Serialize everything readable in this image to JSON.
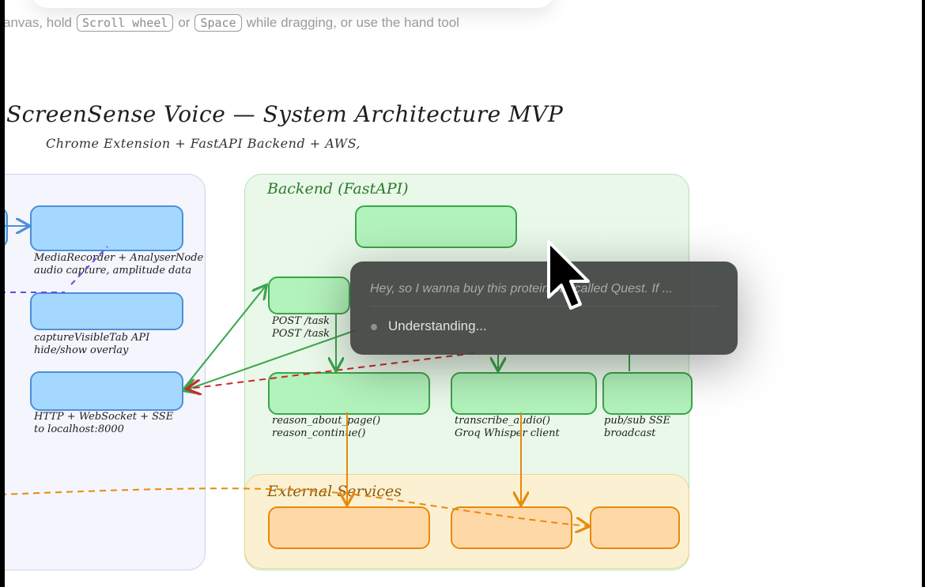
{
  "canvas_hint": {
    "prefix": "anvas, hold",
    "key1": "Scroll wheel",
    "or": "or",
    "key2": "Space",
    "suffix": "while dragging, or use the hand tool"
  },
  "diagram": {
    "title": "ScreenSense Voice — System Architecture MVP",
    "subtitle": "Chrome Extension + FastAPI Backend + AWS,",
    "backend_label": "Backend (FastAPI)",
    "services_label": "External Services",
    "captions": {
      "media_1": "MediaRecorder + AnalyserNode",
      "media_2": "audio capture, amplitude data",
      "capture_1": "captureVisibleTab API",
      "capture_2": "hide/show overlay",
      "http_1": "HTTP + WebSocket + SSE",
      "http_2": "to localhost:8000",
      "post_1": "POST /task",
      "post_2": "POST /task",
      "reason_1": "reason_about_page()",
      "reason_2": "reason_continue()",
      "transcribe_1": "transcribe_audio()",
      "transcribe_2": "Groq Whisper client",
      "pubsub_1": "pub/sub SSE",
      "pubsub_2": "broadcast"
    },
    "colors": {
      "client_box": "#a5d8ff",
      "backend_box": "#b2f2bb",
      "service_box": "#ffd8a8",
      "arrow_blue": "#4a90d9",
      "arrow_green": "#3aa54a",
      "arrow_orange": "#e8890c",
      "arrow_red": "#c92a2a",
      "arrow_purple": "#7048e8"
    }
  },
  "overlay": {
    "query": "Hey, so I wanna buy this protein bar called Quest. If ...",
    "status": "Understanding..."
  },
  "icons": {
    "cursor": "mouse-pointer-icon",
    "status_dot": "status-dot-icon"
  }
}
